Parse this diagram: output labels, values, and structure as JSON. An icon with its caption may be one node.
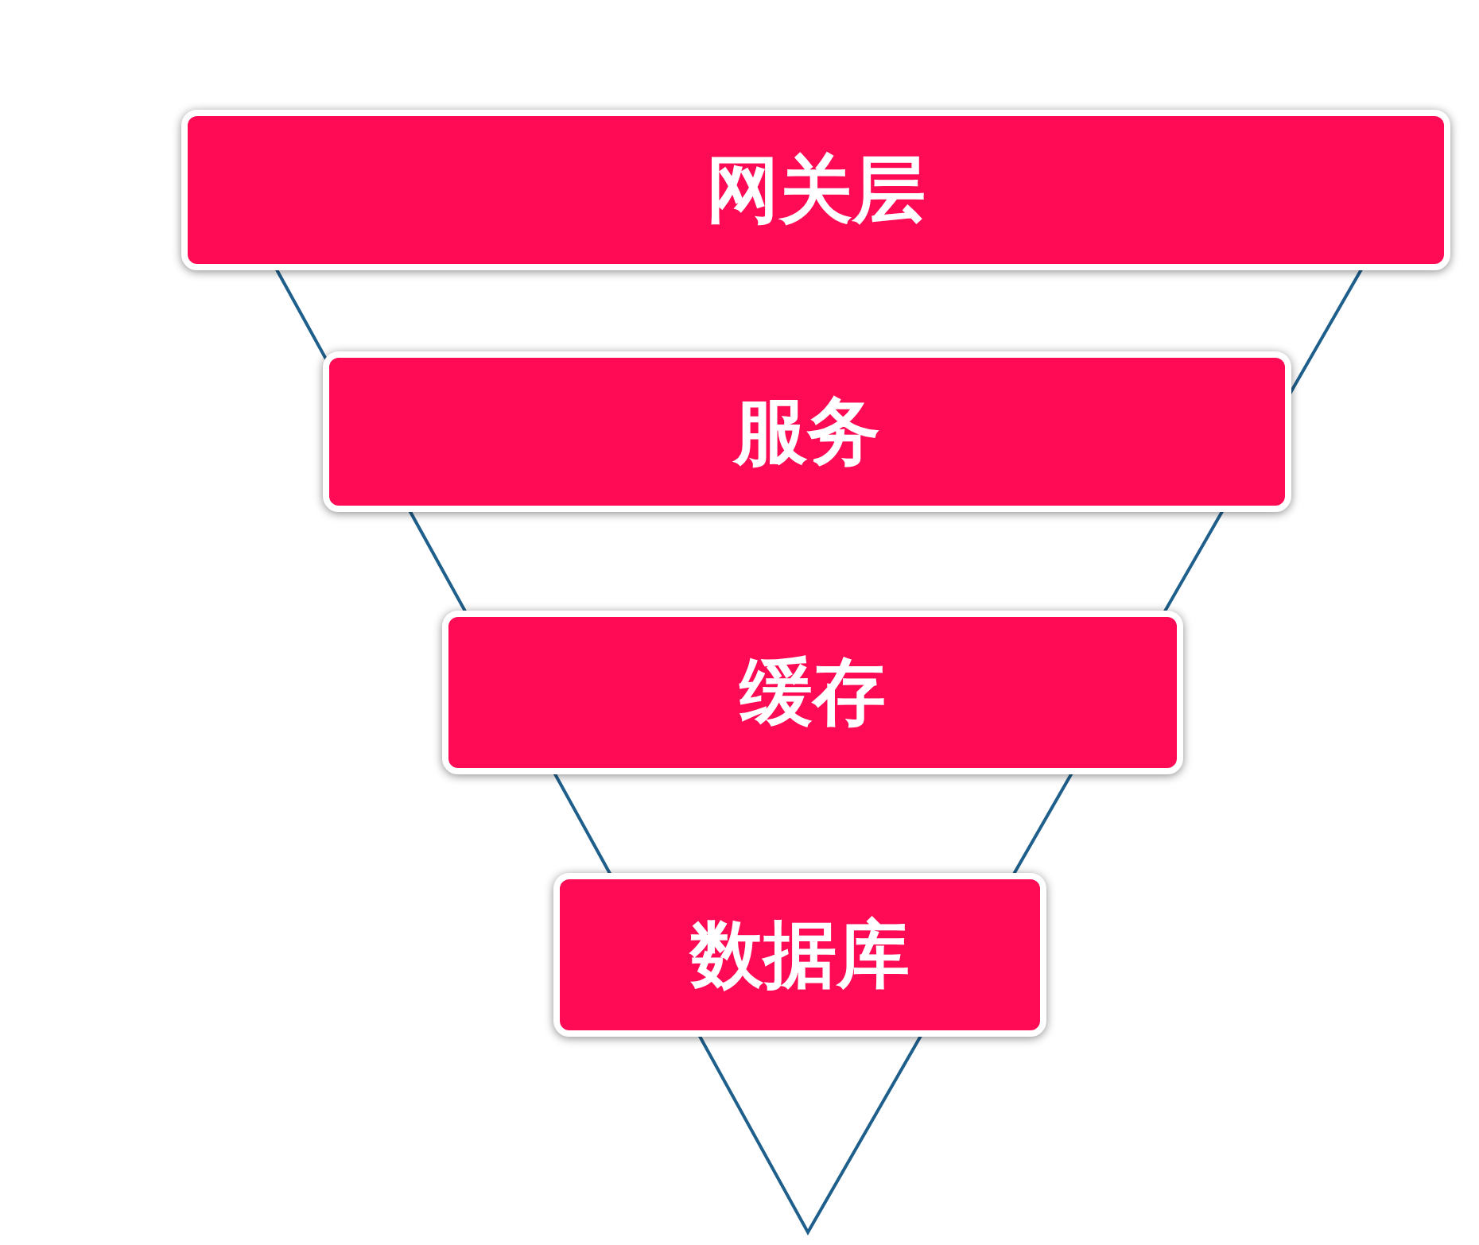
{
  "diagram": {
    "nodes": [
      {
        "text": [
          "网关层"
        ]
      },
      {
        "text": [
          "服务"
        ]
      },
      {
        "text": [
          "缓存"
        ]
      },
      {
        "text": [
          "数据库"
        ]
      }
    ]
  }
}
